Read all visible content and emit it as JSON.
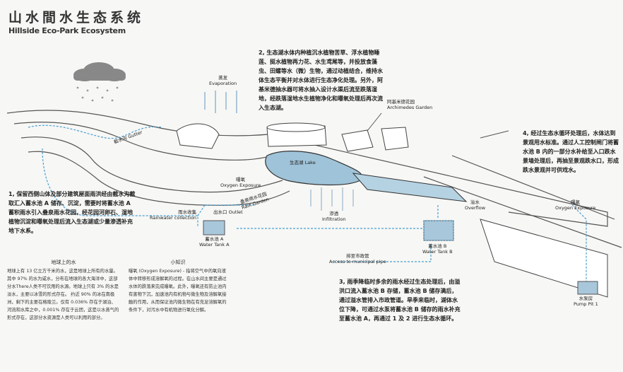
{
  "header": {
    "title_cn": "山水間水生态系统",
    "title_en": "Hillside Eco-Park Ecosystem"
  },
  "paragraphs": {
    "p1": "1, 保留西侧山体及部分建筑屋面雨洪经由截水沟截取汇入蓄水池 A 储存、沉淀，需要时将蓄水池 A 蓄积雨水引入叠泉雨水花园，经花园河卵石、湿地植物沉淀和曝氧处理后流入生态湖或少量渗透补充地下水系。",
    "p2": "2, 生态湖水体内种植沉水植物苦草、浮水植物睡莲、挺水植物再力花、水生鸢尾等，并投放食藻虫、田螺等水（微）生物，通过动植结合，维持水体生态平衡并对水体进行生态净化处理。另外，阿基米德抽水器可将水抽入设计水渠后流至跌落湿地，经跌落湿地水生植物净化和曝氧处理后再次流入生态湖。",
    "p3": "3, 雨季降临时多余的雨水经过生态处理后，由溢洪口流入蓄水池 B 存储，蓄水池 B 储存满后，通过溢水管排入市政管道。旱季来临时，湖体水位下降，可通过水泵将蓄水池 B 储存的雨水补充至蓄水池 A，再通过 1 及 2 进行生态水循环。",
    "p4": "4, 经过生态水循环处理后，水体达到景观用水标准。通过人工控制闸门将蓄水池 B 内的一部分水补给至入口跌水景墙处理后，再抽至景观跌水口，形成跌水景观并可供戏水。"
  },
  "notes": {
    "water_title": "地球上的水",
    "water_body": "地球上有 13 亿立方千米的水，这是地球上所有的水量。其中 97% 的水为咸水，分布在地球的各大海洋中，这部分水There人类不可饮用的水源。地球上只有 3% 的水是淡水，主要以冰雪的形式存在。 约近 90% 的冰在南极洲，剩下的主要在格陵兰。仅有 0.036% 存在于湖泊、河流和水库之中，0.001% 存在于云团，这是以水蒸气的形式存在，这部分水资源是人类可以利用的部分。",
    "tip_title": "小知识",
    "tip_body": "曝氧 (Oxygen Exposure) - 指将空气中的氧向液体中转移形成溶解氧的过程。在山水间主要是通过水体的跌落来完成曝氧。此外，曝氧还有防止池内有害物下沉，加速池内有机物与微生物及溶解氧接触的作用，从而保证池内微生物在有充足溶解氧的条件下，对污水中有机物进行氧化分解。"
  },
  "labels": {
    "evaporation": {
      "cn": "蒸发",
      "en": "Evaporation"
    },
    "gutter": {
      "cn": "截水沟",
      "en": "Gutter"
    },
    "oxygen1": {
      "cn": "曝氧",
      "en": "Oxygen Exposure"
    },
    "rain_garden": {
      "cn": "叠泉雨水花园",
      "en": "Rain Garden"
    },
    "rainwater": {
      "cn": "雨水收集",
      "en": "Rainwater collection"
    },
    "outlet": {
      "cn": "出水口",
      "en": "Outlet"
    },
    "tank_a": {
      "cn": "蓄水池 A",
      "en": "Water Tank A"
    },
    "lake": {
      "cn": "生态湖",
      "en": "Lake"
    },
    "infiltration": {
      "cn": "渗透",
      "en": "Infiltration"
    },
    "archimedes": {
      "cn": "阿基米德花园",
      "en": "Archimedes Garden"
    },
    "overflow": {
      "cn": "溢水",
      "en": "Overflow"
    },
    "tank_b": {
      "cn": "蓄水池 B",
      "en": "Water Tank B"
    },
    "municipal": {
      "cn": "排至市政管",
      "en": "Access to municipal pipe"
    },
    "oxygen2": {
      "cn": "曝氧",
      "en": "Oxygen Exposure"
    },
    "pump": {
      "cn": "水泵房",
      "en": "Pump Pit 1"
    }
  },
  "colors": {
    "water": "#9fc3d8",
    "flow": "#4a9fd0",
    "line": "#555555"
  }
}
